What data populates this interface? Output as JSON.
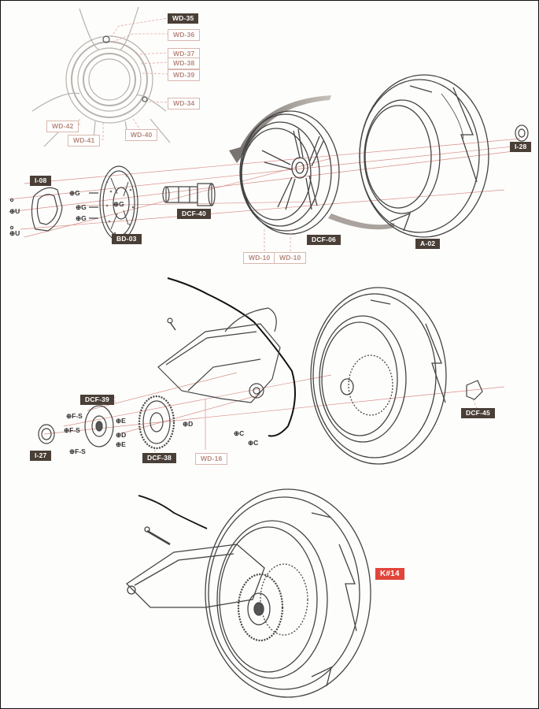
{
  "callouts": {
    "wd35": "WD-35",
    "wd36": "WD-36",
    "wd37": "WD-37",
    "wd38": "WD-38",
    "wd39": "WD-39",
    "wd34": "WD-34",
    "wd42": "WD-42",
    "wd40": "WD-40",
    "wd41": "WD-41",
    "i28": "I-28",
    "i08": "I-08",
    "dcf40": "DCF-40",
    "bd03": "BD-03",
    "dcf06": "DCF-06",
    "wd10a": "WD-10",
    "wd10b": "WD-10",
    "a02": "A-02",
    "dcf39": "DCF-39",
    "dcf45": "DCF-45",
    "i27": "I-27",
    "dcf38": "DCF-38",
    "wd16": "WD-16",
    "step": "K#14"
  },
  "markers": {
    "u1": "⊕U",
    "u2": "⊕U",
    "g1": "⊕G",
    "g2": "⊕G",
    "g3": "⊕G",
    "g4": "⊕G",
    "fs1": "⊕F-S",
    "fs2": "⊕F-S",
    "fs3": "⊕F-S",
    "e1": "⊕E",
    "e2": "⊕E",
    "d1": "⊕D",
    "d2": "⊕D",
    "c1": "⊕C",
    "c2": "⊕C"
  },
  "colors": {
    "label_dark": "#4a3f37",
    "label_light_text": "#b78a7e",
    "guide_line": "#d98f86",
    "step_badge": "#e2443a"
  }
}
